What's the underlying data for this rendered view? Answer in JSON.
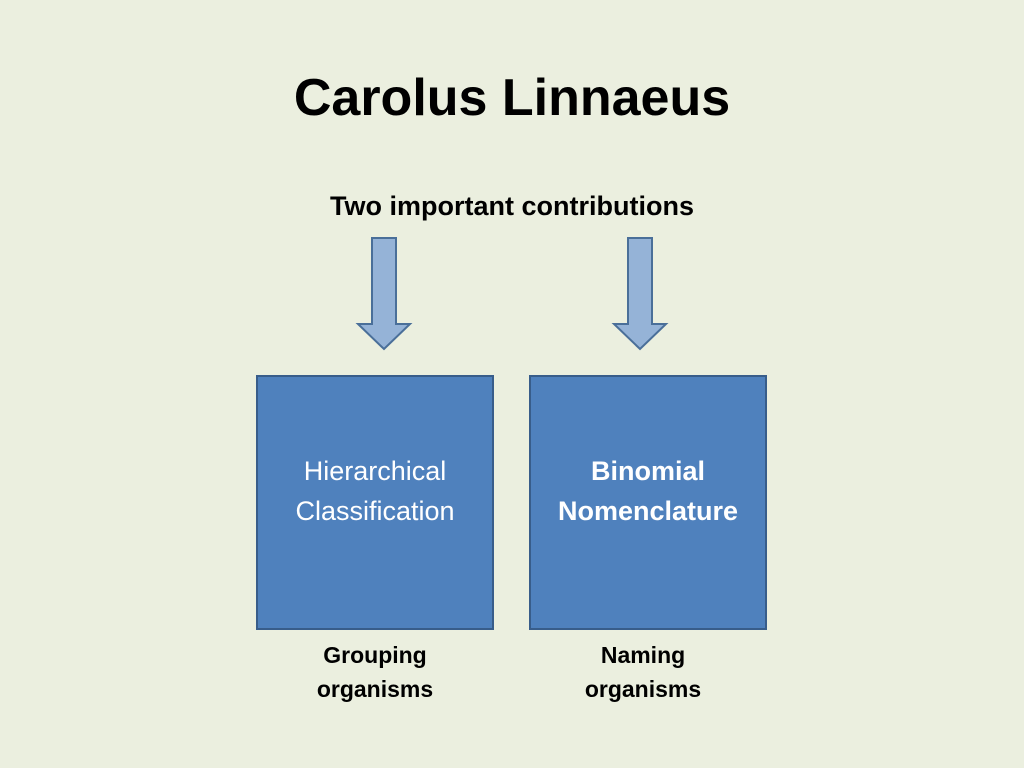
{
  "slide": {
    "title": "Carolus Linnaeus",
    "subtitle": "Two important contributions"
  },
  "boxes": [
    {
      "lines": [
        "Hierarchical",
        "Classification"
      ],
      "caption": [
        "Grouping",
        "organisms"
      ]
    },
    {
      "lines": [
        "Binomial",
        "Nomenclature"
      ],
      "caption": [
        "Naming",
        "organisms"
      ]
    }
  ],
  "colors": {
    "background": "#ebefdf",
    "box_fill": "#4f81bd",
    "box_border": "#385d8a",
    "arrow_fill": "#95b3d7",
    "arrow_stroke": "#4a6f99"
  }
}
